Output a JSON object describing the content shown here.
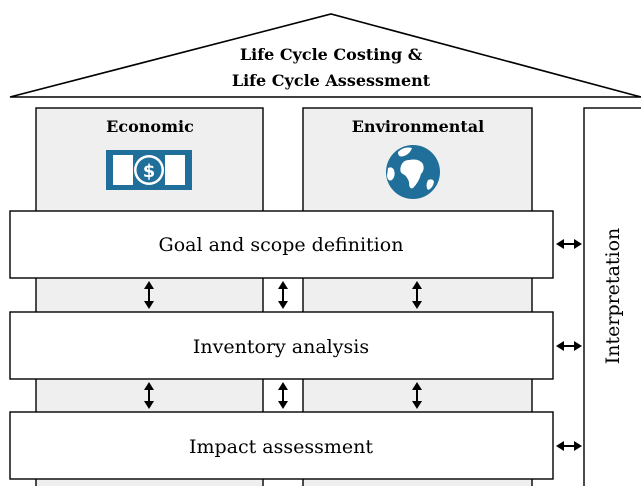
{
  "roof": {
    "line1": "Life Cycle Costing  &",
    "line2": "Life Cycle Assessment"
  },
  "columns": {
    "economic": "Economic",
    "environmental": "Environmental"
  },
  "phases": {
    "goal": "Goal and scope definition",
    "inventory": "Inventory analysis",
    "impact": "Impact assessment"
  },
  "interpretation": "Interpretation",
  "icons": {
    "economic": "dollar-bill-icon",
    "environmental": "globe-icon"
  },
  "colors": {
    "column_fill": "#efefef",
    "icon_blue": "#1f6f9a",
    "stroke": "#000000",
    "box_fill": "#ffffff"
  }
}
